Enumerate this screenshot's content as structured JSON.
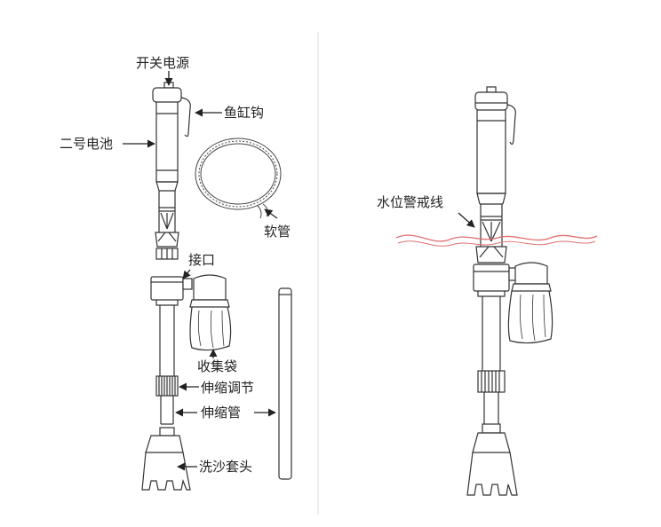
{
  "left_panel": {
    "labels": {
      "power_switch": "开关电源",
      "tank_hook": "鱼缸钩",
      "battery": "二号电池",
      "hose": "软管",
      "connector": "接口",
      "collection_bag": "收集袋",
      "telescopic_adjust": "伸缩调节",
      "telescopic_tube": "伸缩管",
      "sand_wash_head": "洗沙套头"
    }
  },
  "right_panel": {
    "labels": {
      "water_level_warning": "水位警戒线"
    },
    "water_line_color": "#e07070"
  },
  "colors": {
    "stroke": "#333333",
    "divider": "#dddddd"
  }
}
